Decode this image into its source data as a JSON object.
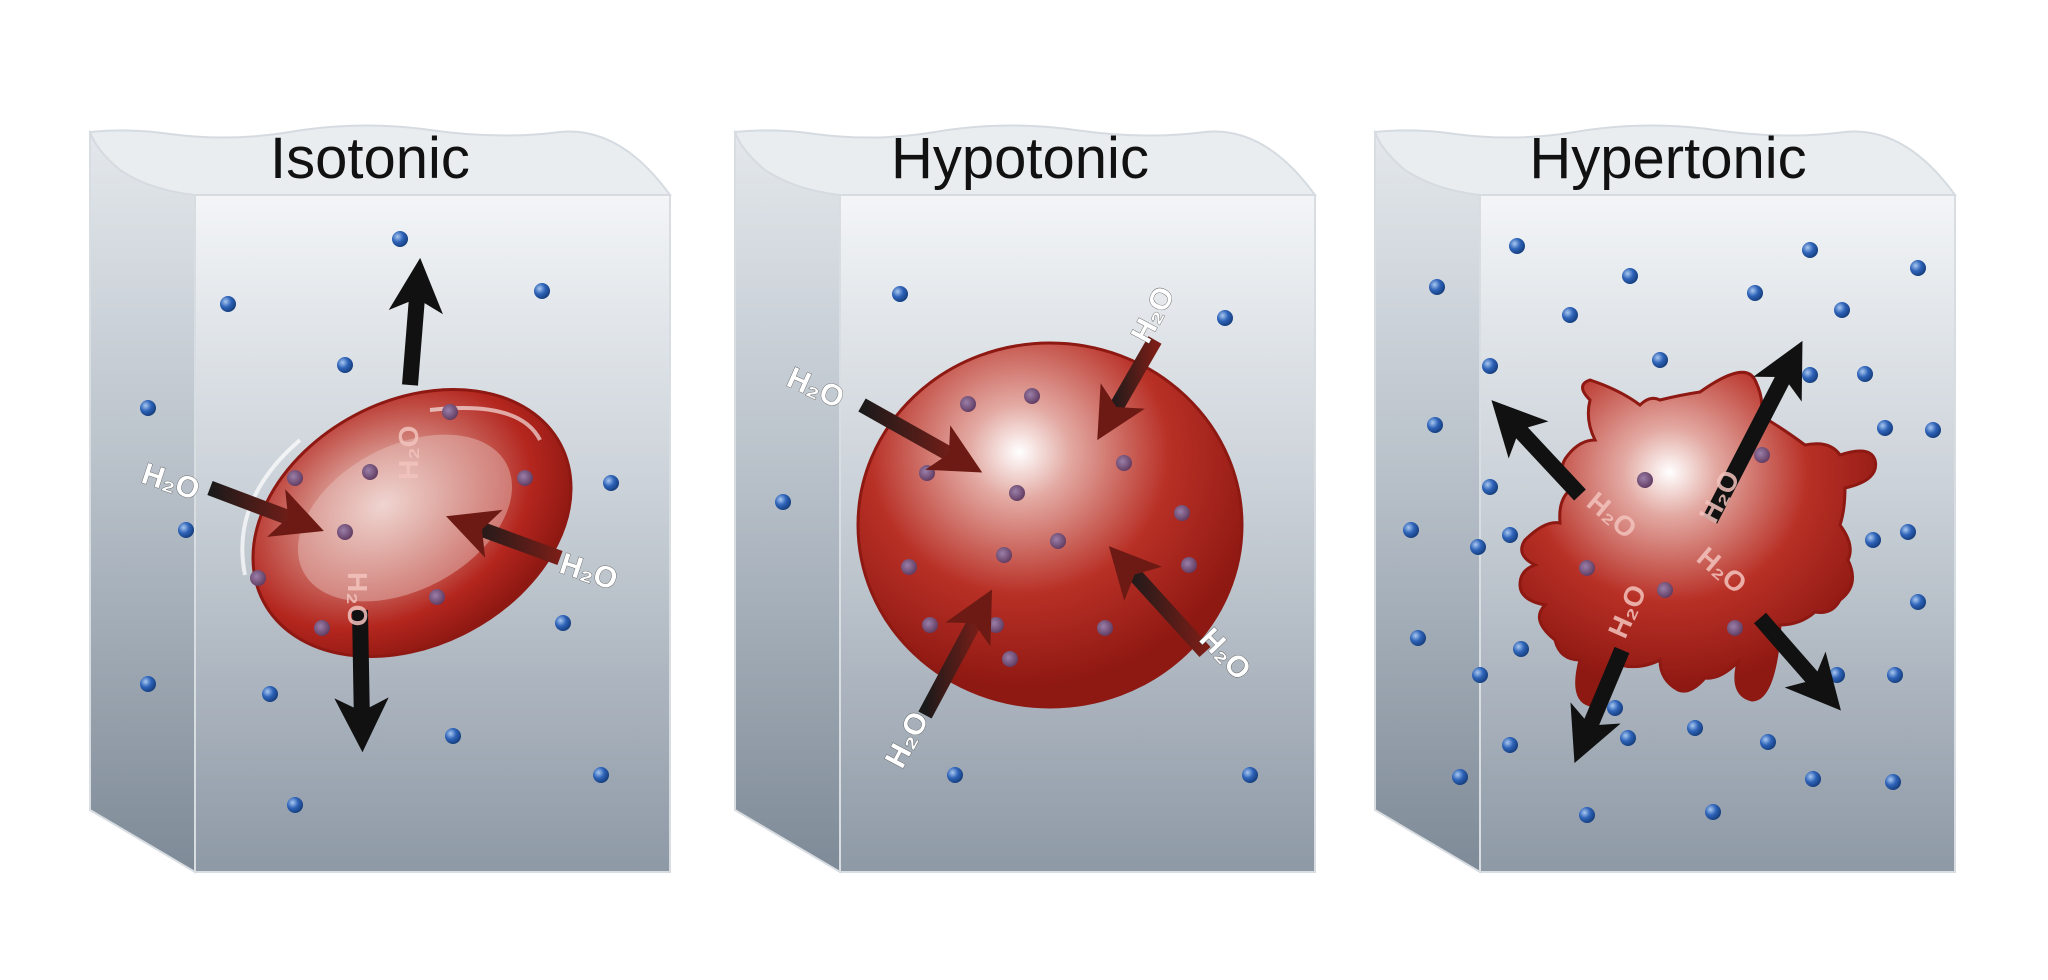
{
  "panels": [
    {
      "id": "isotonic",
      "title": "Isotonic",
      "state": "normal"
    },
    {
      "id": "hypotonic",
      "title": "Hypotonic",
      "state": "swollen"
    },
    {
      "id": "hypertonic",
      "title": "Hypertonic",
      "state": "crenated"
    }
  ],
  "molecule_label": "H₂O",
  "colors": {
    "cell": "#b3261e",
    "cell_highlight": "#f2dcd8",
    "solute": "#2e63b8",
    "arrow": "#111111",
    "solution_top": "#eef1f3",
    "solution_bottom": "#8e99a6"
  }
}
